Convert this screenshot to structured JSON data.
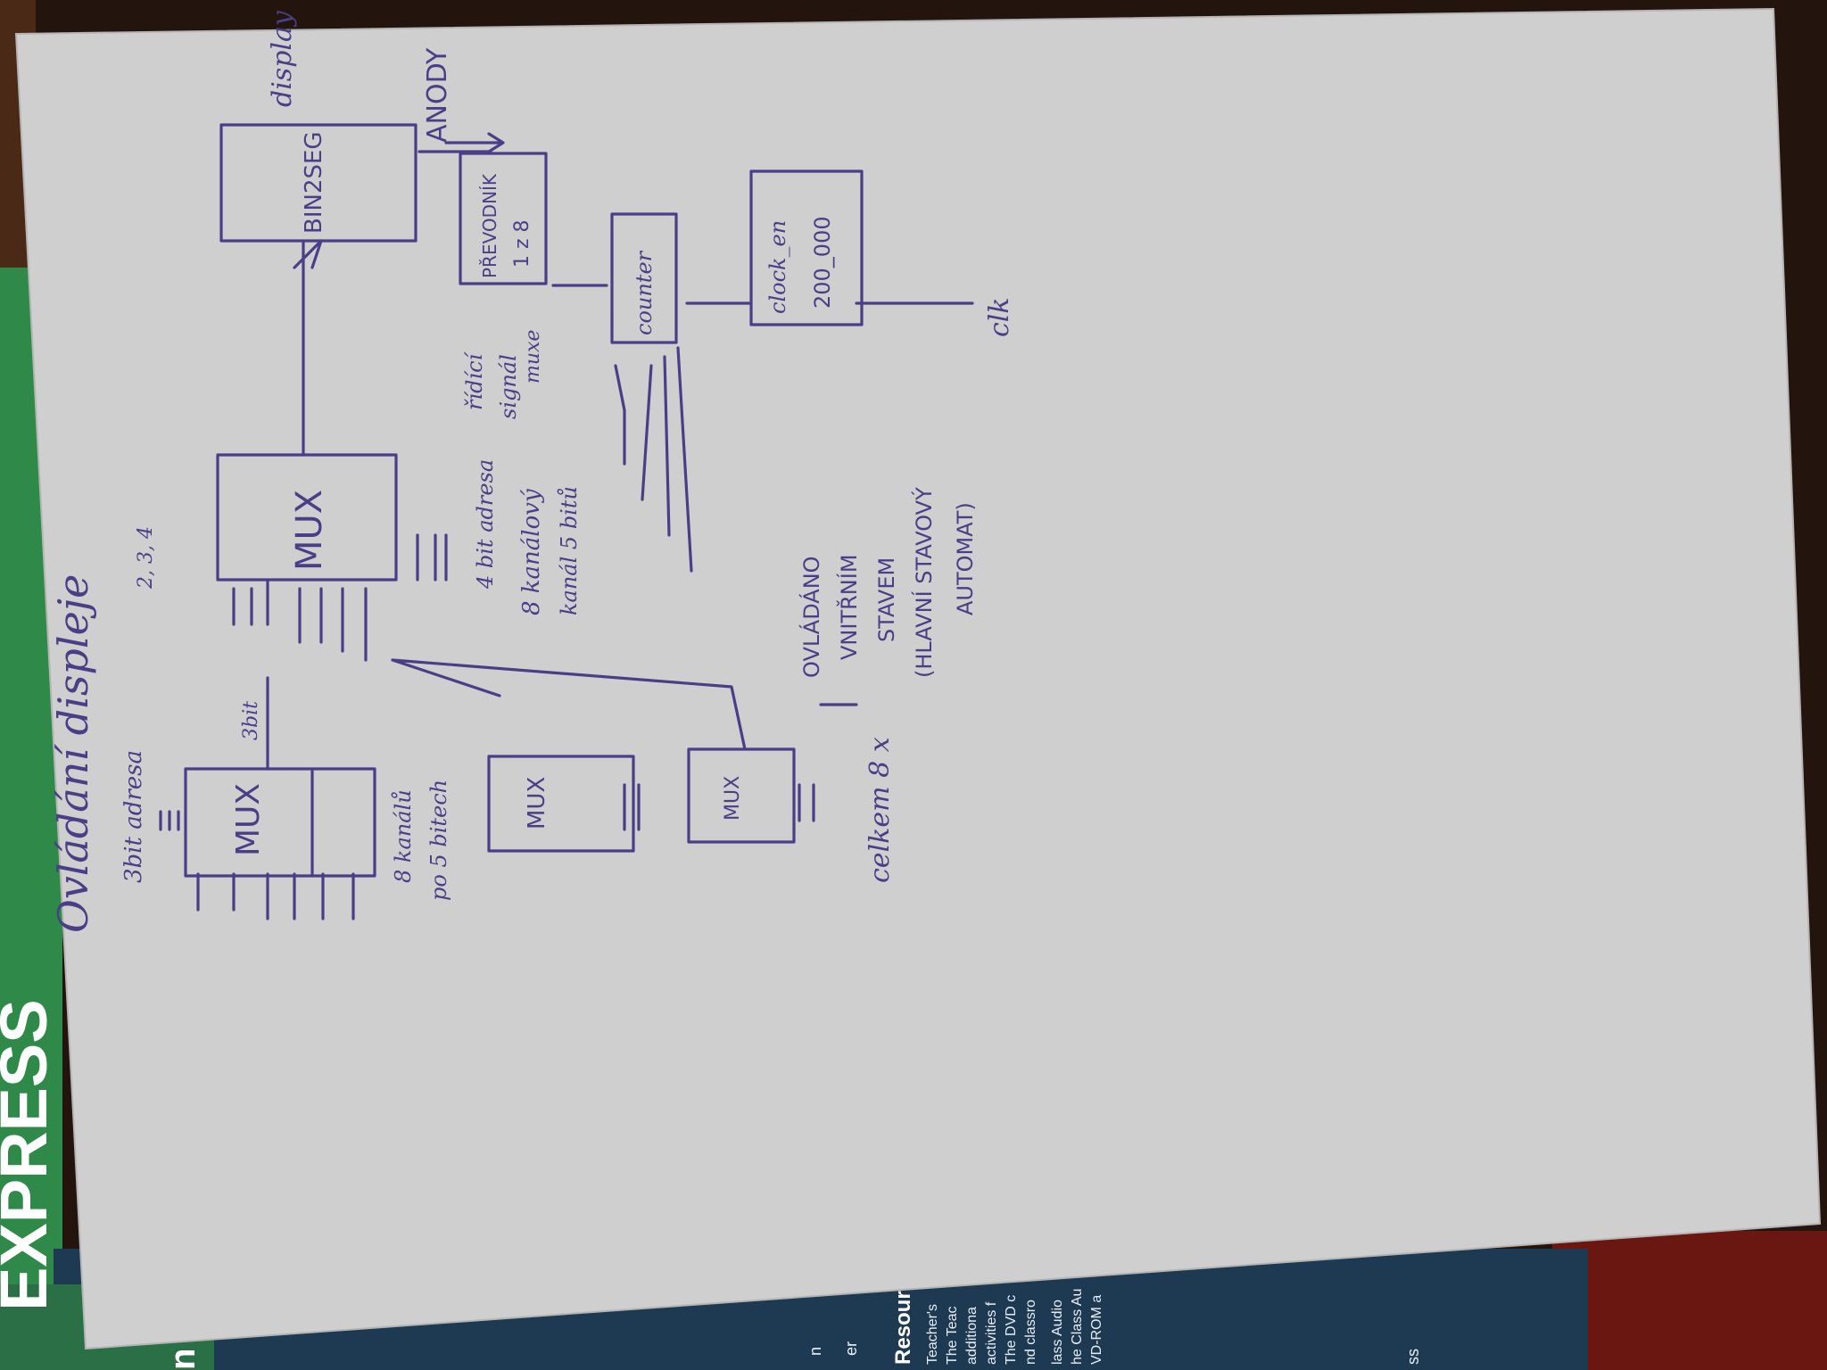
{
  "colors": {
    "paper": "#cfcfcf",
    "ink": "#4a3f86",
    "background_green": "#2f8a49",
    "background_navy": "#1d3a52",
    "background_red": "#6a1712"
  },
  "background_book": {
    "title": "EXPRESS",
    "title_partial": "n",
    "heading": "Resour",
    "lines": [
      "Teacher's",
      "The Teac",
      "additiona",
      "activities f",
      "The DVD c",
      "nd classro",
      "lass Audio",
      "he Class Au",
      "VD-ROM a"
    ],
    "bullet_lines": [
      "n",
      "er"
    ],
    "footer_fragment": "ss"
  },
  "sketch": {
    "page_title": "Ovládání displeje",
    "left_inputs_label": "3bit adresa",
    "mux_main_label": "MUX",
    "mux_channels_note": [
      "8 kanálů",
      "po 5 bitech"
    ],
    "mid_bus_label": "3bit",
    "mux_small_1_label": "MUX",
    "mux_small_2_label": "MUX",
    "celkem_note": "celkem 8 x",
    "ovladano_note": [
      "OVLÁDÁNO",
      "VNITŘNÍM",
      "STAVEM",
      "(HLAVNÍ STAVOVÝ",
      "AUTOMAT)"
    ],
    "mux_center_label": "MUX",
    "center_top_note": "2, 3, 4",
    "center_bits_note": [
      "4 bit adresa",
      "8 kanálový",
      "kanál 5 bitů"
    ],
    "ridici_note": [
      "řídící",
      "signál",
      "muxe"
    ],
    "bin2seg_label": "BIN2SEG",
    "display_label": "display",
    "anody_label": "ANODY",
    "prevodnik_label": [
      "PŘEVODNÍK",
      "1 z 8"
    ],
    "counter_label": "counter",
    "clock_en_label": [
      "clock_en",
      "200_000"
    ],
    "clk_label": "clk"
  }
}
